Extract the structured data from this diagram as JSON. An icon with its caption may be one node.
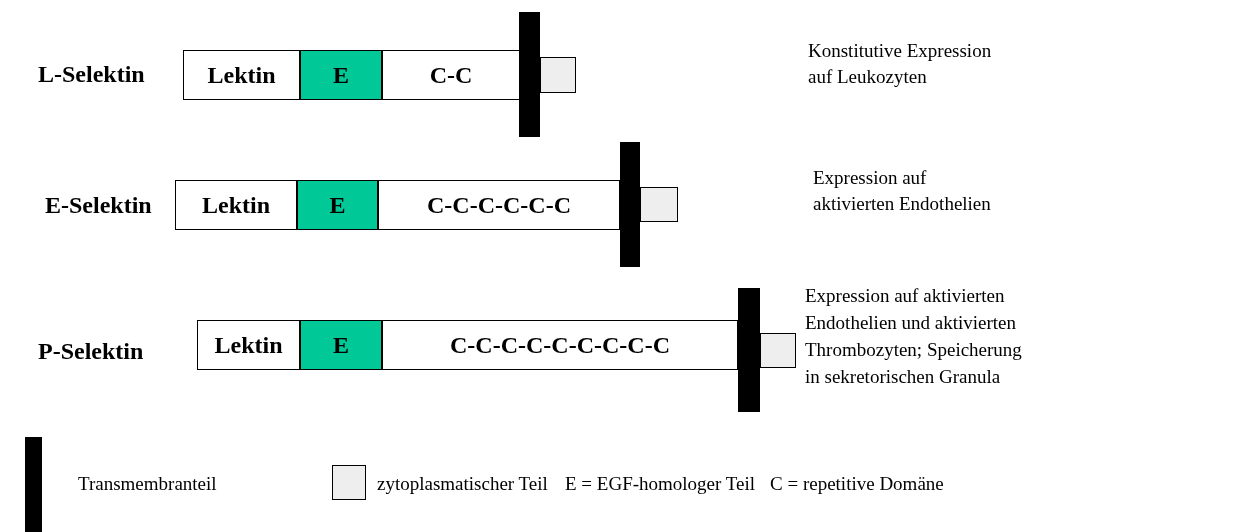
{
  "diagram": {
    "nodes": [
      {
        "text": [
          "Lektin"
        ],
        "beside": [
          "L-Selektin"
        ]
      },
      {
        "text": [
          "E"
        ]
      },
      {
        "text": [
          "C-C"
        ]
      },
      {
        "text": [],
        "shape": "bar"
      },
      {
        "text": [],
        "shape": "box"
      },
      {
        "text": [
          "Lektin"
        ],
        "beside": [
          "E-Selektin"
        ]
      },
      {
        "text": [
          "E"
        ]
      },
      {
        "text": [
          "C-C-C-C-C-C"
        ]
      },
      {
        "text": [],
        "shape": "bar"
      },
      {
        "text": [],
        "shape": "box"
      },
      {
        "text": [
          "Lektin"
        ],
        "beside": [
          "P-Selektin"
        ]
      },
      {
        "text": [
          "E"
        ]
      },
      {
        "text": [
          "C-C-C-C-C-C-C-C-C"
        ]
      },
      {
        "text": [],
        "shape": "bar"
      },
      {
        "text": [],
        "shape": "box",
        "beside": [
          "Expression auf aktivierten Endothelien und aktivierten Thrombozyten; Speicherung in sekretorischen Granula"
        ]
      }
    ],
    "edges": [],
    "labels": [
      "Konstitutive Expression auf Leukozyten",
      "Expression auf aktivierten Endothelien",
      "E = EGF-homologer Teil",
      "C = repetitive Domäne"
    ],
    "legend": [
      {
        "text": "Transmembranteil",
        "color": "#000000"
      },
      {
        "text": "zytoplasmatischer Teil",
        "color": "#eeeeee"
      }
    ]
  }
}
